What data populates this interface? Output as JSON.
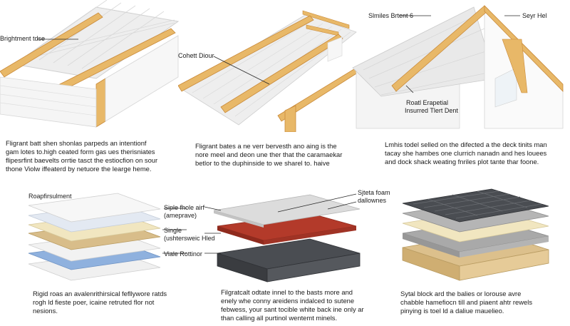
{
  "panels": [
    {
      "id": "top-left",
      "labels": [
        "Brightment tdse"
      ],
      "caption": [
        "Fligrant batt shen shonlas parpeds an intentionf",
        "gam lotes to.high ceated form gas ues therisniates",
        "flipesrfint baevelts orrtie tasct the estiocfion on sour",
        "thone Violw iffeaterd by netuore the learge heme."
      ]
    },
    {
      "id": "top-middle",
      "labels": [
        "Cohett Diour"
      ],
      "caption": [
        "Fligrant bates a ne verr bervesth ano aing is the",
        "nore meel and deon une ther that the caramaekar",
        "betlor to the duphinside to we sharel to. haive"
      ]
    },
    {
      "id": "top-right",
      "labels": [
        "Slmiles Brtent 6",
        "Seyr Hel",
        "Roatl Erapetial",
        "Insurred Tlert Dent"
      ],
      "caption": [
        "Lmhis todel selled on the difected a the deck tinits man",
        "tacay she hambes one clurrich nanadn and hes louees",
        "and dock shack weating fnriles plot tante thar foone."
      ]
    },
    {
      "id": "bottom-left",
      "labels": [
        "Roapfirsulment"
      ],
      "caption": [
        "Rigid roas an avalenrithirsical fefllywore ratds",
        "rogh ld fieste poer, icaine retruted flor not",
        "nesions."
      ]
    },
    {
      "id": "bottom-middle",
      "labels": [
        "Siple fhole airf",
        "(ameprave)",
        "Single",
        "(ushtersweic Hled",
        "Viale Rottinor",
        "Sjteta foam",
        "dallownes"
      ],
      "caption": [
        "Filgratcalt odtate innel to the basts more and",
        "enely whe conny areidens indalced to sutene",
        "febwess, your sant tocible white back ine only ar",
        "than calling all purtinol wentemt minels."
      ]
    },
    {
      "id": "bottom-right",
      "labels": [],
      "caption": [
        "Sytal block ard the balies or lorouse avre",
        "chabble hamefiocn till and piaent ahtr rewels",
        "pinying is toel ld a daliue mauelieo."
      ]
    }
  ],
  "colors": {
    "timber": "#e8b868",
    "timber_dark": "#c98a3a",
    "shingle": "#ededed",
    "wall": "#f6f6f6",
    "foam_red": "#b33a2a",
    "asphalt": "#4a4d52",
    "mineral": "#a9a9a9",
    "cream": "#f1e6c0",
    "tan": "#dcc08c",
    "blue": "#8fb1de"
  }
}
